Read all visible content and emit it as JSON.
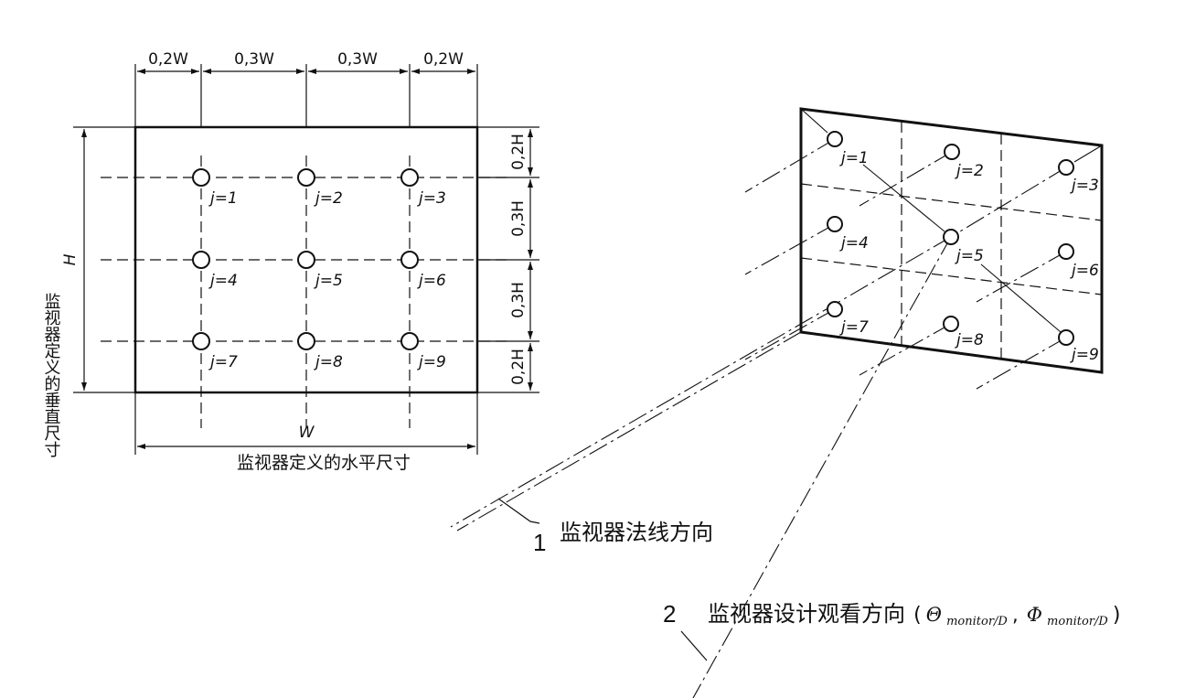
{
  "left_view": {
    "width_segments": [
      "0,2W",
      "0,3W",
      "0,3W",
      "0,2W"
    ],
    "height_segments": [
      "0,2H",
      "0,3H",
      "0,3H",
      "0,2H"
    ],
    "points": [
      "j=1",
      "j=2",
      "j=3",
      "j=4",
      "j=5",
      "j=6",
      "j=7",
      "j=8",
      "j=9"
    ],
    "width_symbol": "W",
    "height_symbol": "H",
    "width_caption": "监视器定义的水平尺寸",
    "height_caption": "监视器定义的垂直尺寸"
  },
  "right_view": {
    "points": [
      "j=1",
      "j=2",
      "j=3",
      "j=4",
      "j=5",
      "j=6",
      "j=7",
      "j=8",
      "j=9"
    ]
  },
  "callouts": [
    {
      "number": "1",
      "label": "监视器法线方向"
    },
    {
      "number": "2",
      "label": "监视器设计观看方向",
      "open": "(",
      "theta": "Θ",
      "phi": "Φ",
      "subscript": "monitor/D",
      "comma": ",",
      "close": ")"
    }
  ]
}
